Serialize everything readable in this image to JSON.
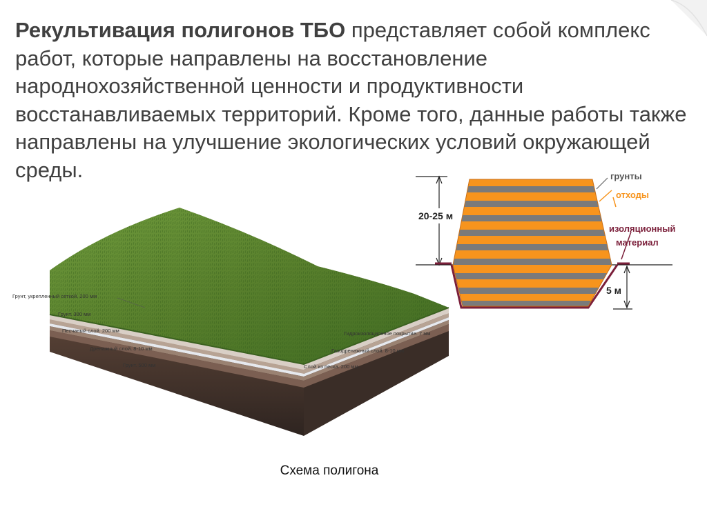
{
  "paragraph": {
    "bold": "Рекультивация полигонов ТБО",
    "rest": " представляет собой комплекс работ, которые направлены на восстановление народнохозяйственной ценности и продуктивности восстанавливаемых территорий. Кроме того, данные работы также направлены на улучшение экологических условий окружающей среды."
  },
  "soil_layers": {
    "left": [
      "Грунт, укрепленный сеткой. 200 мм",
      "Грунт. 300 мм",
      "Песчаный слой. 200 мм",
      "Дренажный слой. 8-10 мм",
      "Грунт. 500 мм"
    ],
    "right": [
      "Гидроизоляционное покрытие. 7 мм",
      "Газодренажный слой. 8-10 мм",
      "Слой из песка. 200 мм"
    ]
  },
  "landfill": {
    "height_label": "20-25 м",
    "depth_label": "5 м",
    "legend": {
      "soil": "грунты",
      "waste": "отходы",
      "insulation_line1": "изоляционный",
      "insulation_line2": "материал"
    },
    "colors": {
      "waste": "#f7941d",
      "soil": "#7a7a7a",
      "insulation": "#7b1f3a"
    }
  },
  "caption": "Схема полигона"
}
